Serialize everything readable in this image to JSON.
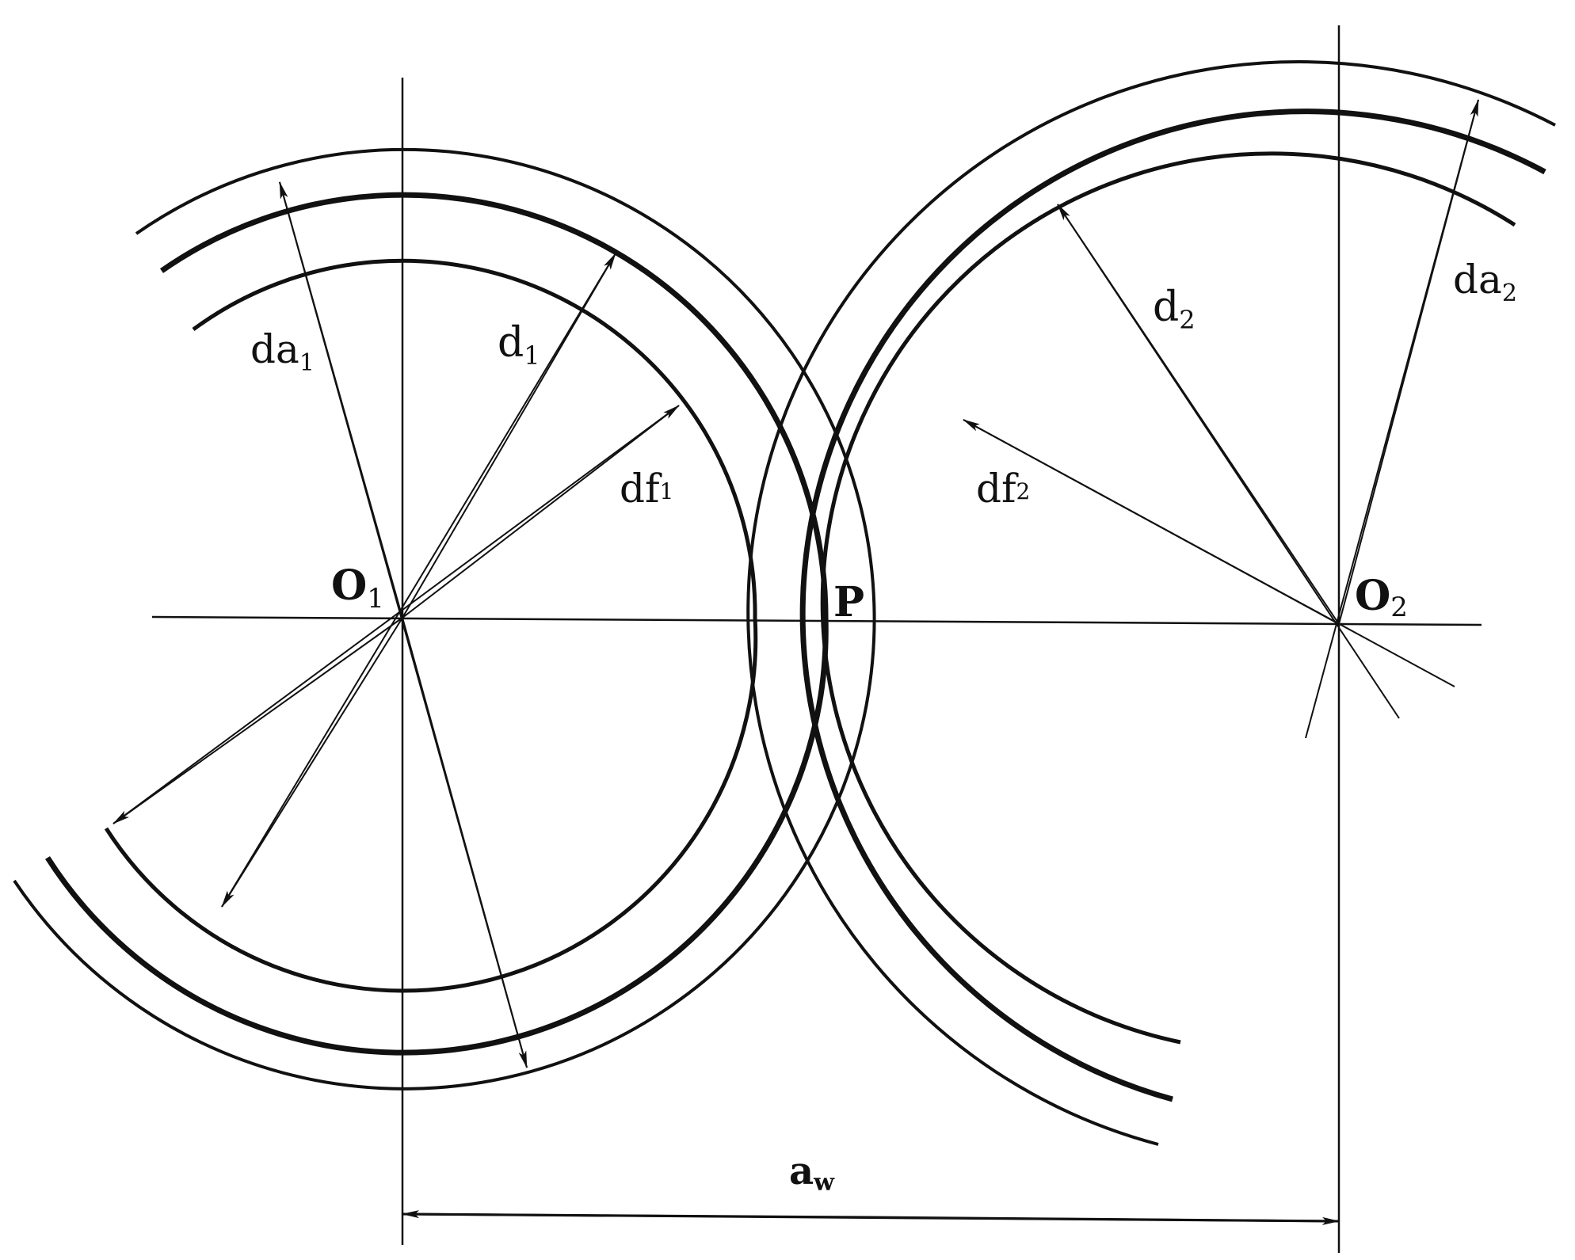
{
  "colors": {
    "line": "#111111",
    "background": "#ffffff"
  },
  "labels": {
    "O1": {
      "main": "O",
      "sub": "1"
    },
    "O2": {
      "main": "O",
      "sub": "2"
    },
    "P": {
      "main": "P"
    },
    "d1": {
      "main": "d",
      "sub": "1"
    },
    "d2": {
      "main": "d",
      "sub": "2"
    },
    "da1": {
      "main": "da",
      "sub": "1"
    },
    "da2": {
      "main": "da",
      "sub": "2"
    },
    "df1": {
      "main": "df",
      "sub": "1"
    },
    "df2": {
      "main": "df",
      "sub": "2"
    },
    "aw": {
      "main": "a",
      "sub": "w"
    }
  }
}
